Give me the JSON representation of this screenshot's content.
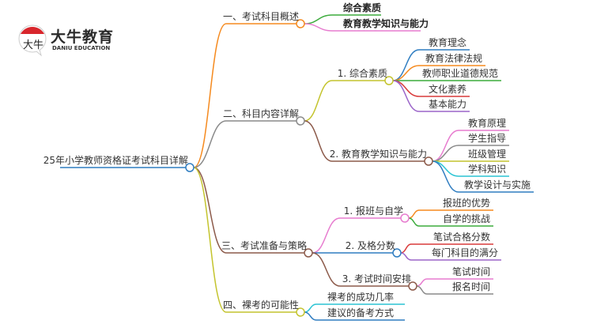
{
  "logo": {
    "name": "大牛教育",
    "subtitle": "DANIU EDUCATION",
    "mark": "大牛"
  },
  "root": {
    "label": "25年小学教师资格证考试科目详解"
  },
  "branches": [
    {
      "label": "一、考试科目概述",
      "color": "#f58a1f",
      "children": [
        {
          "label": "综合素质",
          "color": "#3cab3c",
          "bold": true
        },
        {
          "label": "教育教学知识与能力",
          "color": "#e77ccf",
          "bold": true
        }
      ]
    },
    {
      "label": "二、科目内容详解",
      "color": "#8a8a8a",
      "children": [
        {
          "label": "1. 综合素质",
          "color": "#c4c42e",
          "children": [
            {
              "label": "教育理念",
              "color": "#2f7dc1"
            },
            {
              "label": "教育法律法规",
              "color": "#f58a1f"
            },
            {
              "label": "教师职业道德规范",
              "color": "#3cab3c"
            },
            {
              "label": "文化素养",
              "color": "#d93a3a"
            },
            {
              "label": "基本能力",
              "color": "#9b65c9"
            }
          ]
        },
        {
          "label": "2. 教育教学知识与能力",
          "color": "#8c5a4a",
          "children": [
            {
              "label": "教育原理",
              "color": "#e77ccf"
            },
            {
              "label": "学生指导",
              "color": "#8a8a8a"
            },
            {
              "label": "班级管理",
              "color": "#c4c42e"
            },
            {
              "label": "学科知识",
              "color": "#2cc4d4"
            },
            {
              "label": "教学设计与实施",
              "color": "#2f7dc1"
            }
          ]
        }
      ]
    },
    {
      "label": "三、考试准备与策略",
      "color": "#8c5a4a",
      "children": [
        {
          "label": "1. 报班与自学",
          "color": "#e77ccf",
          "children": [
            {
              "label": "报班的优势",
              "color": "#f58a1f"
            },
            {
              "label": "自学的挑战",
              "color": "#3cab3c"
            }
          ]
        },
        {
          "label": "2. 及格分数",
          "color": "#2f7dc1",
          "children": [
            {
              "label": "笔试合格分数",
              "color": "#d93a3a"
            },
            {
              "label": "每门科目的满分",
              "color": "#9b65c9"
            }
          ]
        },
        {
          "label": "3. 考试时间安排",
          "color": "#8c5a4a",
          "children": [
            {
              "label": "笔试时间",
              "color": "#e77ccf"
            },
            {
              "label": "报名时间",
              "color": "#8a8a8a"
            }
          ]
        }
      ]
    },
    {
      "label": "四、裸考的可能性",
      "color": "#c4c42e",
      "children": [
        {
          "label": "裸考的成功几率",
          "color": "#2cc4d4"
        },
        {
          "label": "建议的备考方式",
          "color": "#2f7dc1"
        }
      ]
    }
  ]
}
